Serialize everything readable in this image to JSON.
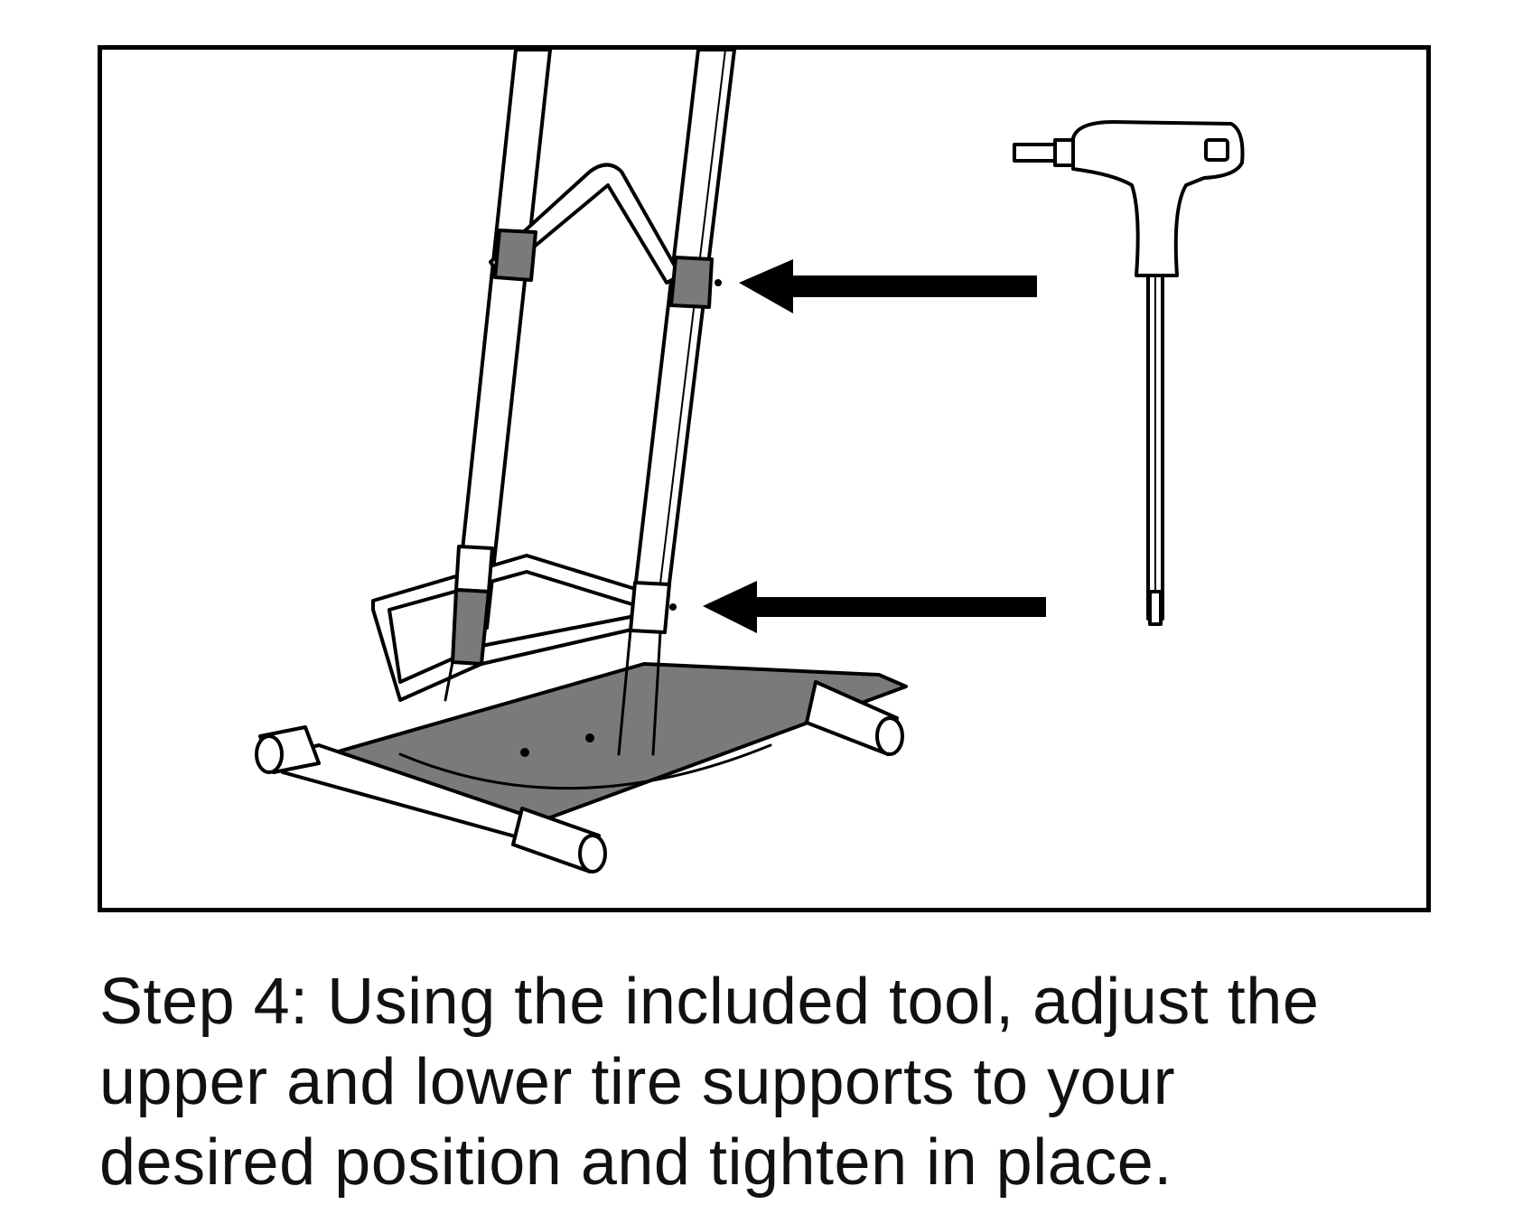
{
  "caption": {
    "lines": [
      "Step 4: Using the included tool, adjust the",
      "upper and lower tire supports to your",
      "desired position and tighten in place."
    ]
  },
  "colors": {
    "ink": "#000000",
    "plate": "#7a7a7a",
    "metal": "#ffffff"
  },
  "icons": {
    "tool": "t-handle-hex-key-icon",
    "arrow": "left-arrow-icon"
  }
}
